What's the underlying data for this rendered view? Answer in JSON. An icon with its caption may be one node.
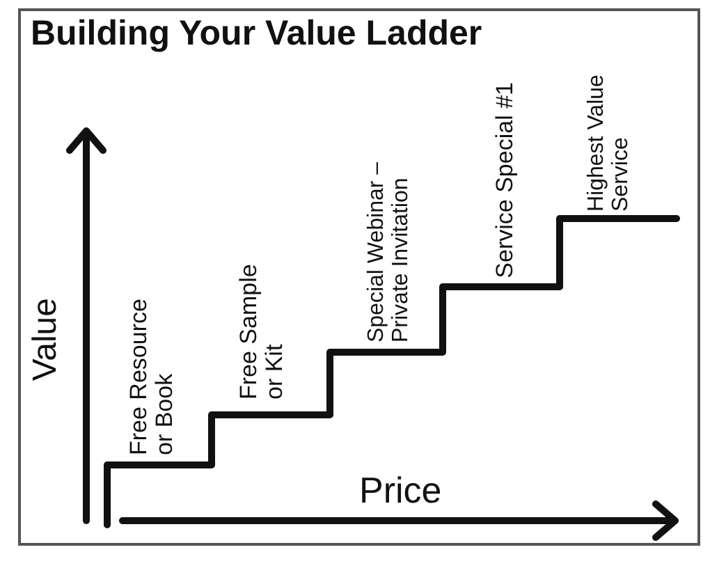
{
  "diagram": {
    "title": "Building Your Value Ladder",
    "labels": [
      "Value",
      "Free Resource or Book",
      "Free Sample or Kit",
      "Special Webinar – Private Invitation",
      "Service Special #1",
      "Highest Value Service",
      "Price"
    ]
  }
}
